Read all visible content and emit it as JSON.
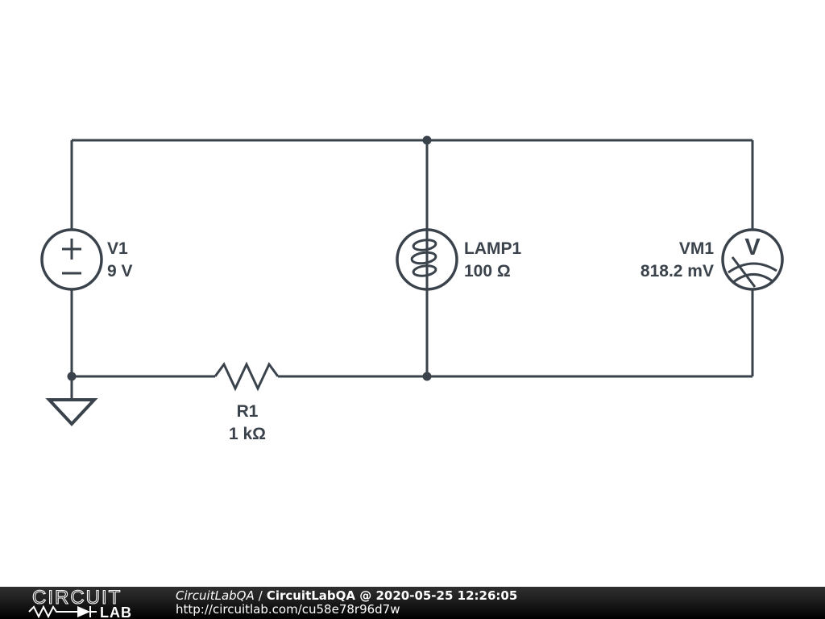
{
  "schematic": {
    "components": [
      {
        "type": "voltage-source",
        "name": "V1",
        "value": "9 V"
      },
      {
        "type": "lamp",
        "name": "LAMP1",
        "value": "100 Ω"
      },
      {
        "type": "voltmeter",
        "name": "VM1",
        "value": "818.2 mV"
      },
      {
        "type": "resistor",
        "name": "R1",
        "value": "1 kΩ"
      }
    ],
    "voltmeter_glyph": "V",
    "colors": {
      "wire": "#3A424B",
      "background": "#FFFFFF"
    }
  },
  "footer": {
    "logo": {
      "top": "CIRCUIT",
      "bottom": "LAB"
    },
    "author": "CircuitLabQA",
    "separator": "/",
    "attribution": "CircuitLabQA @ 2020-05-25 12:26:05",
    "url": "http://circuitlab.com/cu58e78r96d7w",
    "bar_color_top": "#303030",
    "bar_color_bottom": "#000000",
    "text_color": "#FFFFFF"
  }
}
